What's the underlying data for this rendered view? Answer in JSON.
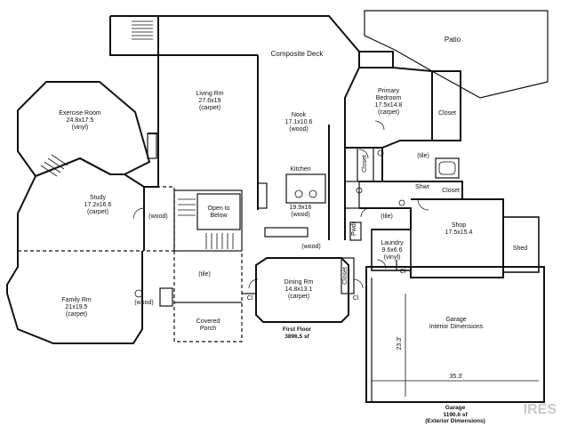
{
  "rooms": {
    "patio": {
      "name": "Patio"
    },
    "composite_deck": {
      "name": "Composite Deck"
    },
    "exercise": {
      "name": "Exercise Room",
      "size": "24.8x17.5",
      "floor": "(vinyl)"
    },
    "living": {
      "name": "Living Rm",
      "size": "27.6x19",
      "floor": "(carpet)"
    },
    "nook": {
      "name": "Nook",
      "size": "17.1x10.6",
      "floor": "(wood)"
    },
    "primary_bedroom": {
      "name": "Primary",
      "name2": "Bedroom",
      "size": "17.5x14.8",
      "floor": "(carpet)"
    },
    "closet_top": {
      "name": "Closet"
    },
    "closet_small": {
      "name": "Closet"
    },
    "tile_bath": {
      "floor": "(tile)"
    },
    "kitchen": {
      "name": "Kitchen",
      "size": "19.9x16",
      "floor": "(wood)"
    },
    "kitchen_floor": {
      "floor": "(wood)"
    },
    "shwr": {
      "name": "Shwr"
    },
    "closet_bath": {
      "name": "Closet"
    },
    "study": {
      "name": "Study",
      "size": "17.2x16.6",
      "floor": "(carpet)"
    },
    "study_hall": {
      "floor": "(wood)"
    },
    "open_below": {
      "name": "Open to",
      "name2": "Below"
    },
    "pwdr": {
      "name": "Pwdr"
    },
    "tile_hall": {
      "floor": "(tile)"
    },
    "laundry": {
      "name": "Laundry",
      "size": "9.6x6.6",
      "floor": "(vinyl)"
    },
    "cl_laundry": {
      "name": "Cl"
    },
    "shop": {
      "name": "Shop",
      "size": "17.5x15.4"
    },
    "shed": {
      "name": "Shed"
    },
    "entry_tile": {
      "floor": "(tile)"
    },
    "family": {
      "name": "Family Rm",
      "size": "21x19.5",
      "floor": "(carpet)"
    },
    "family_hall": {
      "floor": "(wood)"
    },
    "dining": {
      "name": "Dining Rm",
      "size": "14.8x13.1",
      "floor": "(carpet)"
    },
    "closet_dining": {
      "name": "Closet"
    },
    "cl_entry": {
      "name": "Cl"
    },
    "cl_dining": {
      "name": "Cl"
    },
    "covered_porch": {
      "name": "Covered",
      "name2": "Porch"
    },
    "garage": {
      "name": "Garage",
      "name2": "Interior Dimensions"
    }
  },
  "summaries": {
    "first_floor": {
      "line1": "First Floor",
      "line2": "3896.5 sf"
    },
    "garage": {
      "line1": "Garage",
      "line2": "1190.6 sf",
      "line3": "(Exterior Dimensions)"
    }
  },
  "dimensions": {
    "garage_width": "35.3'",
    "garage_depth": "23.3'"
  },
  "watermark": {
    "brand": "IRES",
    "text": "IRES"
  }
}
